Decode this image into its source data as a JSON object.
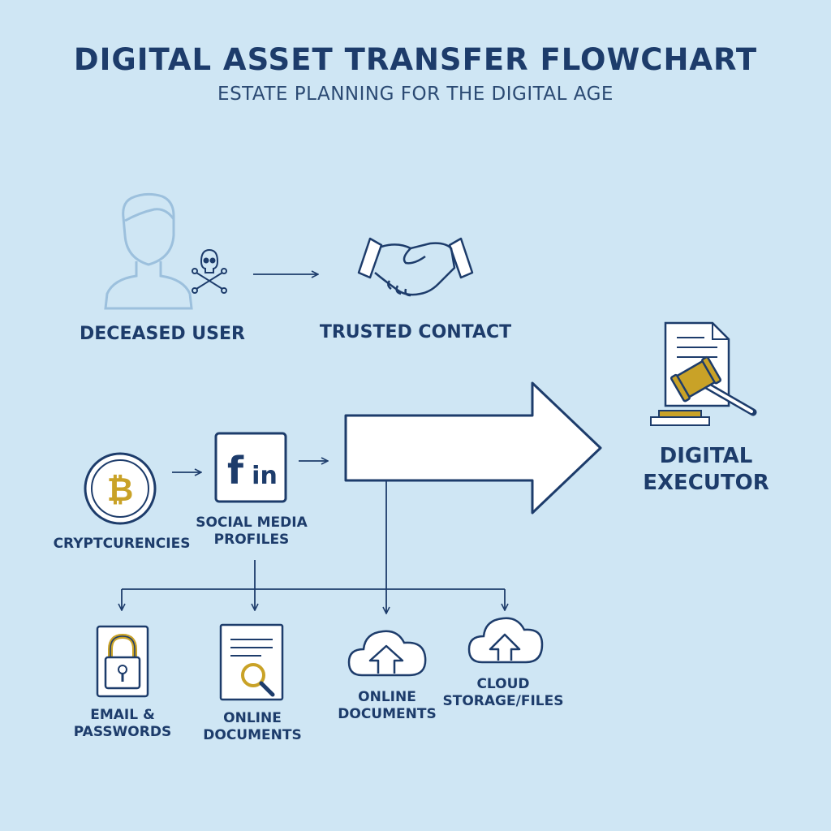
{
  "title": "DIGITAL ASSET TRANSFER FLOWCHART",
  "subtitle": "ESTATE PLANNING FOR THE DIGITAL AGE",
  "nodes": {
    "deceased_user": "DECEASED USER",
    "trusted_contact": "TRUSTED CONTACT",
    "digital_executor": "DIGITAL\nEXECUTOR",
    "cryptocurrencies": "CRYPTCURENCIES",
    "social_media": "SOCIAL MEDIA\nPROFILES",
    "email_passwords": "EMAIL &\nPASSWORDS",
    "online_documents_1": "ONLINE\nDOCUMENTS",
    "online_documents_2": "ONLINE\nDOCUMENTS",
    "cloud_storage": "CLOUD\nSTORAGE/FILES"
  },
  "icons": {
    "bitcoin_symbol": "₿",
    "social_logo_f": "f",
    "social_logo_in": "in"
  },
  "colors": {
    "background": "#cfe6f4",
    "navy": "#1d3c6b",
    "gold": "#c9a227",
    "person": "#9cc0dd"
  }
}
